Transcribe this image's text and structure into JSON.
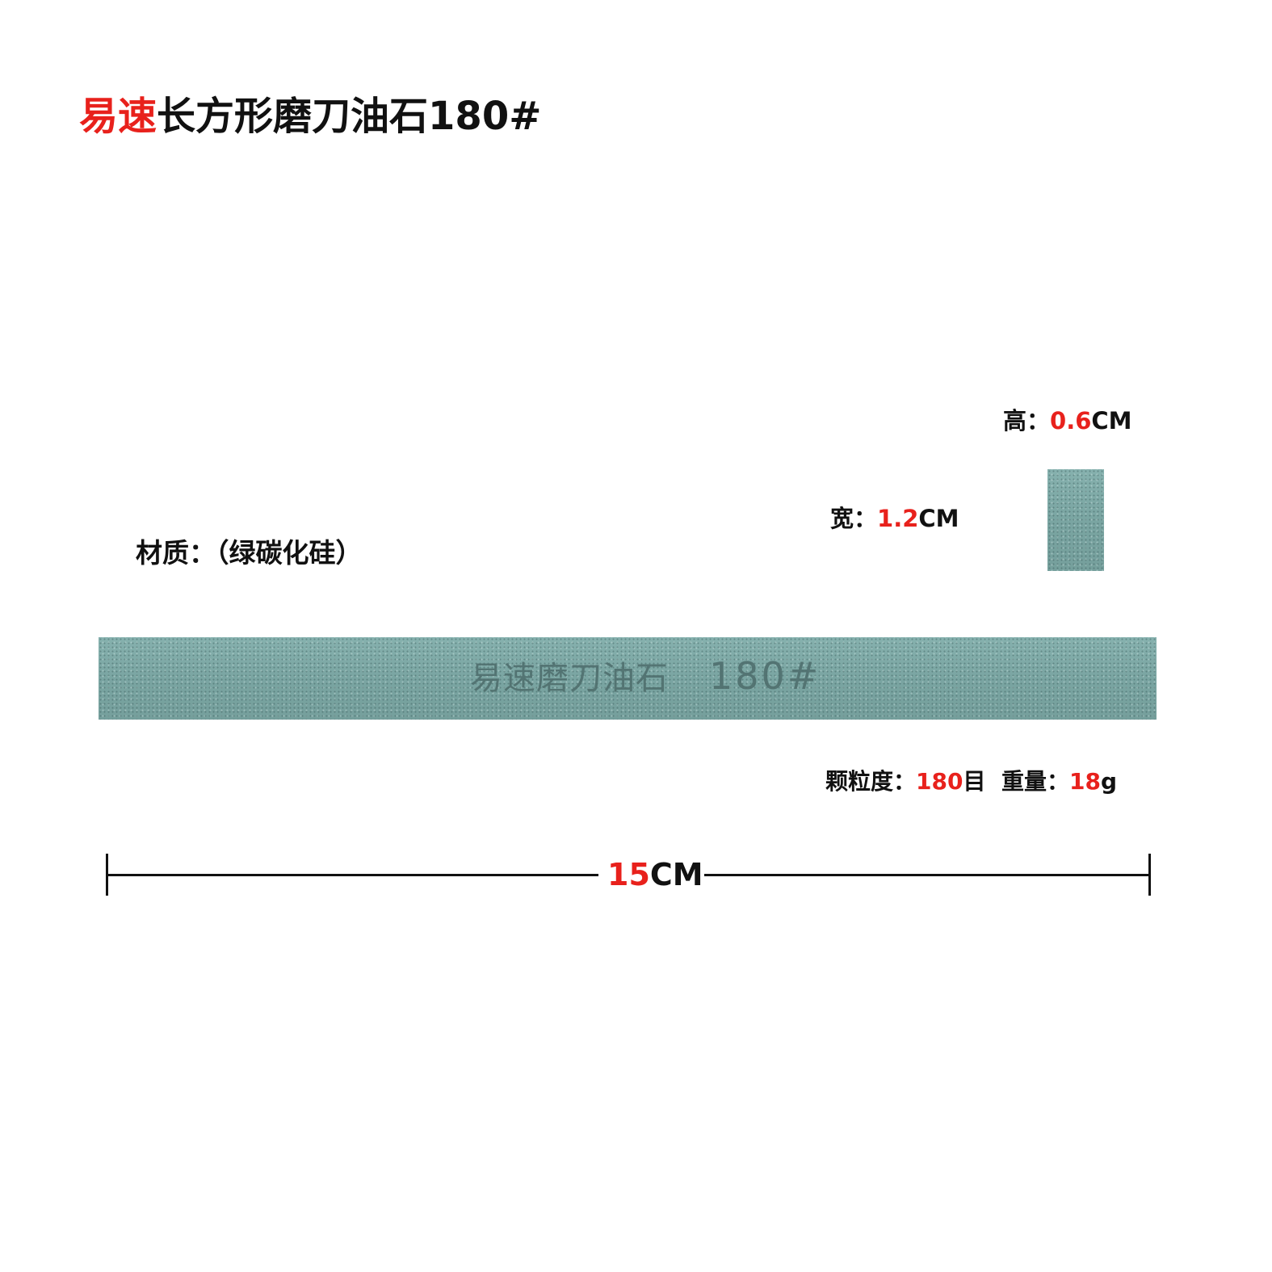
{
  "title": {
    "brand": "易速",
    "name": "长方形磨刀油石180#"
  },
  "specs": {
    "height_label": "高：",
    "height_value": "0.6",
    "height_unit": "CM",
    "width_label": "宽：",
    "width_value": "1.2",
    "width_unit": "CM",
    "material_label": "材质：",
    "material_value": "（绿碳化硅）",
    "grit_label": "颗粒度：",
    "grit_value": "180",
    "grit_unit": "目",
    "weight_label": "重量：",
    "weight_value": "18",
    "weight_unit": "g"
  },
  "stone": {
    "engraving_text": "易速磨刀油石",
    "engraving_code": "180#",
    "color": "#7ea9a6"
  },
  "dimension": {
    "length_value": "15",
    "length_unit": "CM"
  },
  "colors": {
    "accent": "#e8211c",
    "text": "#111111",
    "background": "#ffffff"
  }
}
